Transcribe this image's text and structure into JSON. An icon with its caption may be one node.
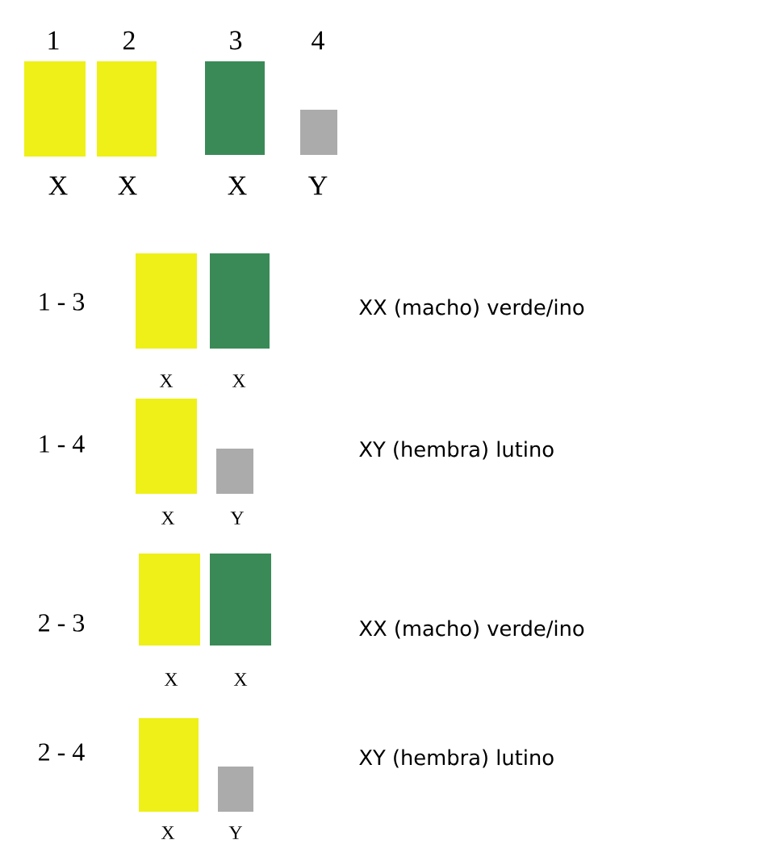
{
  "diagram": {
    "labels": [
      "1",
      "2",
      "3",
      "4",
      "X",
      "X",
      "X",
      "Y",
      "1 - 3",
      "XX (macho) verde/ino",
      "X",
      "X",
      "1 - 4",
      "XY (hembra) lutino",
      "X",
      "Y",
      "2 - 3",
      "XX (macho) verde/ino",
      "X",
      "X",
      "2 - 4",
      "XY (hembra) lutino",
      "X",
      "Y"
    ]
  }
}
